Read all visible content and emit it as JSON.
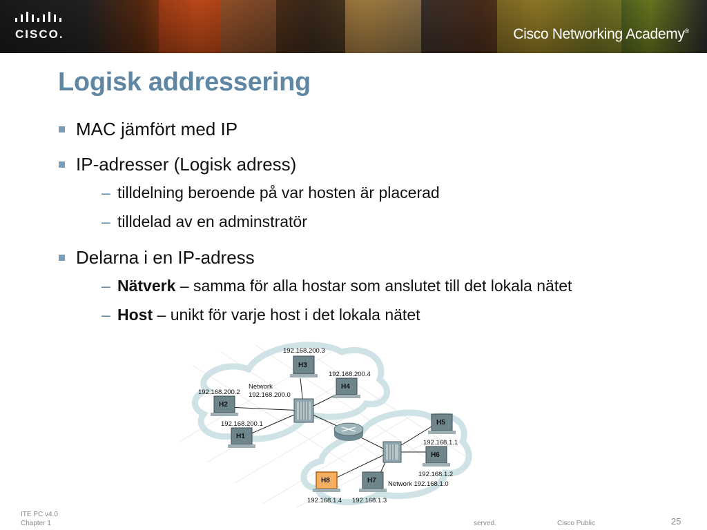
{
  "banner": {
    "brand": "CISCO.",
    "academy": "Cisco Networking Academy",
    "academy_mark": "®"
  },
  "slide": {
    "title": "Logisk addressering",
    "bullets": [
      {
        "text": "MAC jämfört med IP"
      },
      {
        "text": "IP-adresser (Logisk adress)"
      },
      {
        "sub": "tilldelning beroende på var hosten är placerad"
      },
      {
        "sub": "tilldelad av en adminstratör"
      },
      {
        "text": "Delarna i en IP-adress"
      },
      {
        "sub_bold": "Nätverk",
        "sub_rest": " – samma för alla hostar som anslutet till det lokala nätet"
      },
      {
        "sub_bold": "Host",
        "sub_rest": " – unikt för varje host i det lokala nätet"
      }
    ],
    "dash": "–"
  },
  "diagram": {
    "network_a_label": "Network",
    "network_a_addr": "192.168.200.0",
    "network_b": "Network 192.168.1.0",
    "hosts": [
      {
        "name": "H1",
        "ip": "192.168.200.1"
      },
      {
        "name": "H2",
        "ip": "192.168.200.2"
      },
      {
        "name": "H3",
        "ip": "192.168.200.3"
      },
      {
        "name": "H4",
        "ip": "192.168.200.4"
      },
      {
        "name": "H5",
        "ip": "192.168.1.1"
      },
      {
        "name": "H6",
        "ip": "192.168.1.2"
      },
      {
        "name": "H7",
        "ip": "192.168.1.3"
      },
      {
        "name": "H8",
        "ip": "192.168.1.4"
      }
    ]
  },
  "footer": {
    "course": "ITE PC v4.0",
    "chapter": "Chapter 1",
    "rights": "served.",
    "classification": "Cisco Public",
    "page_number": "25"
  },
  "colors": {
    "title": "#5f87a4",
    "bullet": "#7a9cb7",
    "cloud": "#cfe3e6",
    "highlight": "#f0a040"
  }
}
